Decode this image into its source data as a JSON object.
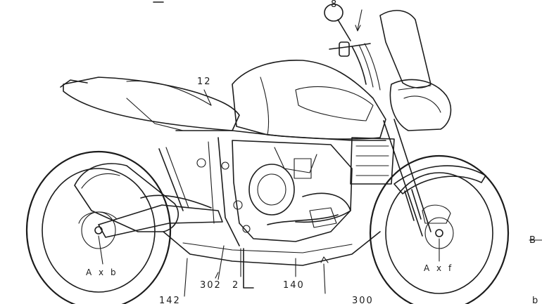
{
  "labels": {
    "top_mark": "—",
    "mirror_ref": "8",
    "seat_ref": "12",
    "rear_axle": "A x b",
    "front_axle": "A x f",
    "ref_142": "142",
    "ref_302": "302",
    "ref_2": "2",
    "ref_140": "140",
    "ref_300": "300",
    "section_b": "B",
    "section_b_lower": "b"
  },
  "colors": {
    "line": "#1c1c1c",
    "background": "#ffffff"
  }
}
